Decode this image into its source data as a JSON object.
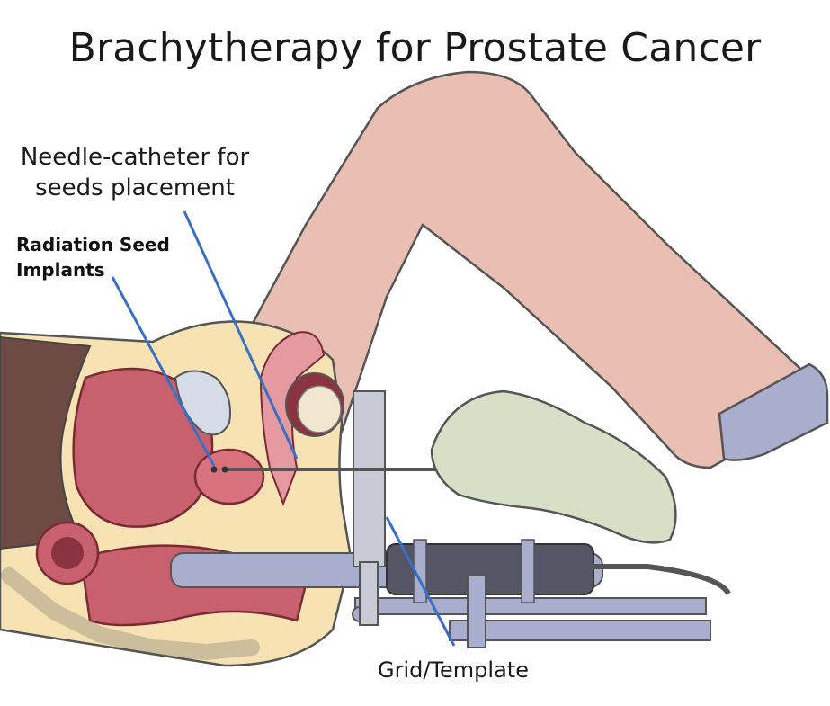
{
  "title": "Brachytherapy for Prostate Cancer",
  "labels": {
    "needle_line1": "Needle-catheter for",
    "needle_line2": "seeds placement",
    "seeds_line1": "Radiation Seed",
    "seeds_line2": "Implants",
    "grid": "Grid/Template"
  },
  "colors": {
    "skin": "#e8bfb2",
    "skin_outline": "#555555",
    "fat": "#f6e2b3",
    "bladder": "#c9606e",
    "organ_dark": "#8a3442",
    "muscle": "#6e4a44",
    "glove": "#d9dfc7",
    "device": "#a9aece",
    "device_dark": "#555566",
    "pointer": "#3b6fc4"
  }
}
